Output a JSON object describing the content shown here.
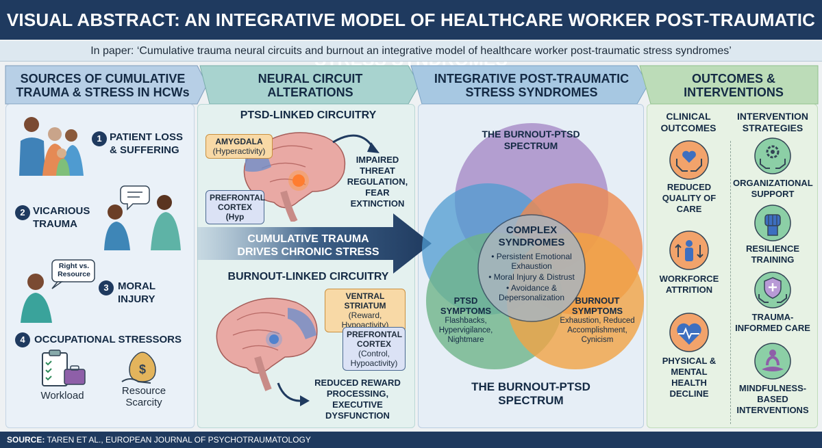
{
  "header": {
    "title": "VISUAL ABSTRACT: AN INTEGRATIVE MODEL OF HEALTHCARE WORKER POST-TRAUMATIC STRESS SYNDROMES",
    "subtitle": "In paper: ‘Cumulative trauma neural circuits and burnout an integrative model of healthcare worker post-traumatic stress syndromes’"
  },
  "columns": {
    "sources": "SOURCES OF CUMULATIVE TRAUMA & STRESS IN HCWs",
    "neural": "NEURAL CIRCUIT ALTERATIONS",
    "integrative": "INTEGRATIVE POST-TRAUMATIC STRESS SYNDROMES",
    "outcomes": "OUTCOMES & INTERVENTIONS"
  },
  "sources": {
    "items": [
      {
        "num": "1",
        "label": "PATIENT LOSS & SUFFERING"
      },
      {
        "num": "2",
        "label": "VICARIOUS TRAUMA"
      },
      {
        "num": "3",
        "label": "MORAL INJURY"
      },
      {
        "num": "4",
        "label": "OCCUPATIONAL STRESSORS"
      }
    ],
    "speech_bubble": "Right vs. Resource",
    "workload": "Workload",
    "resource_scarcity": "Resource Scarcity"
  },
  "neural": {
    "ptsd_heading": "PTSD-LINKED CIRCUITRY",
    "amygdala_title": "AMYGDALA",
    "amygdala_sub": "(Hyperactivity)",
    "prefrontal1": "PREFRONTAL CORTEX (Hyp",
    "ptsd_effect": "IMPAIRED THREAT REGULATION, FEAR EXTINCTION",
    "arrow_text_1": "CUMULATIVE TRAUMA",
    "arrow_text_2": "DRIVES CHRONIC STRESS",
    "burnout_heading": "BURNOUT-LINKED CIRCUITRY",
    "striatum_title": "VENTRAL STRIATUM",
    "striatum_sub": "(Reward, Hypoactivity)",
    "prefrontal2_title": "PREFRONTAL CORTEX",
    "prefrontal2_sub": "(Control, Hypoactivity)",
    "burnout_effect": "REDUCED REWARD PROCESSING, EXECUTIVE DYSFUNCTION"
  },
  "venn": {
    "top_label": "THE BURNOUT-PTSD SPECTRUM",
    "center_title": "COMPLEX SYNDROMES",
    "center_items": [
      "• Persistent Emotional Exhaustion",
      "• Moral Injury & Distrust",
      "• Avoidance & Depersonalization"
    ],
    "ptsd_title": "PTSD SYMPTOMS",
    "ptsd_items": "Flashbacks, Hypervigilance, Nightmare",
    "burnout_title": "BURNOUT SYMPTOMS",
    "burnout_items": "Exhaustion, Reduced Accomplishment, Cynicism",
    "bottom_label": "THE BURNOUT-PTSD SPECTRUM",
    "colors": {
      "top": "#a98fc9",
      "left": "#4f9bd0",
      "right": "#ee8a4f",
      "green": "#6fb48a",
      "bottom_right": "#f1a245"
    }
  },
  "outcomes": {
    "clinical_heading": "CLINICAL OUTCOMES",
    "intervention_heading": "INTERVENTION STRATEGIES",
    "clinical": [
      {
        "icon": "hands-heart-icon",
        "label": "REDUCED QUALITY OF CARE"
      },
      {
        "icon": "person-arrows-icon",
        "label": "WORKFORCE ATTRITION"
      },
      {
        "icon": "heart-pulse-icon",
        "label": "PHYSICAL & MENTAL HEALTH DECLINE"
      }
    ],
    "interventions": [
      {
        "icon": "gear-hands-icon",
        "label": "ORGANIZATIONAL SUPPORT"
      },
      {
        "icon": "fist-icon",
        "label": "RESILIENCE TRAINING"
      },
      {
        "icon": "shield-hands-icon",
        "label": "TRAUMA-INFORMED CARE"
      },
      {
        "icon": "meditation-icon",
        "label": "MINDFULNESS-BASED INTERVENTIONS"
      }
    ]
  },
  "footer": {
    "source_label": "SOURCE:",
    "source_text": "TAREN ET AL., EUROPEAN JOURNAL OF PSYCHOTRAUMATOLOGY"
  }
}
